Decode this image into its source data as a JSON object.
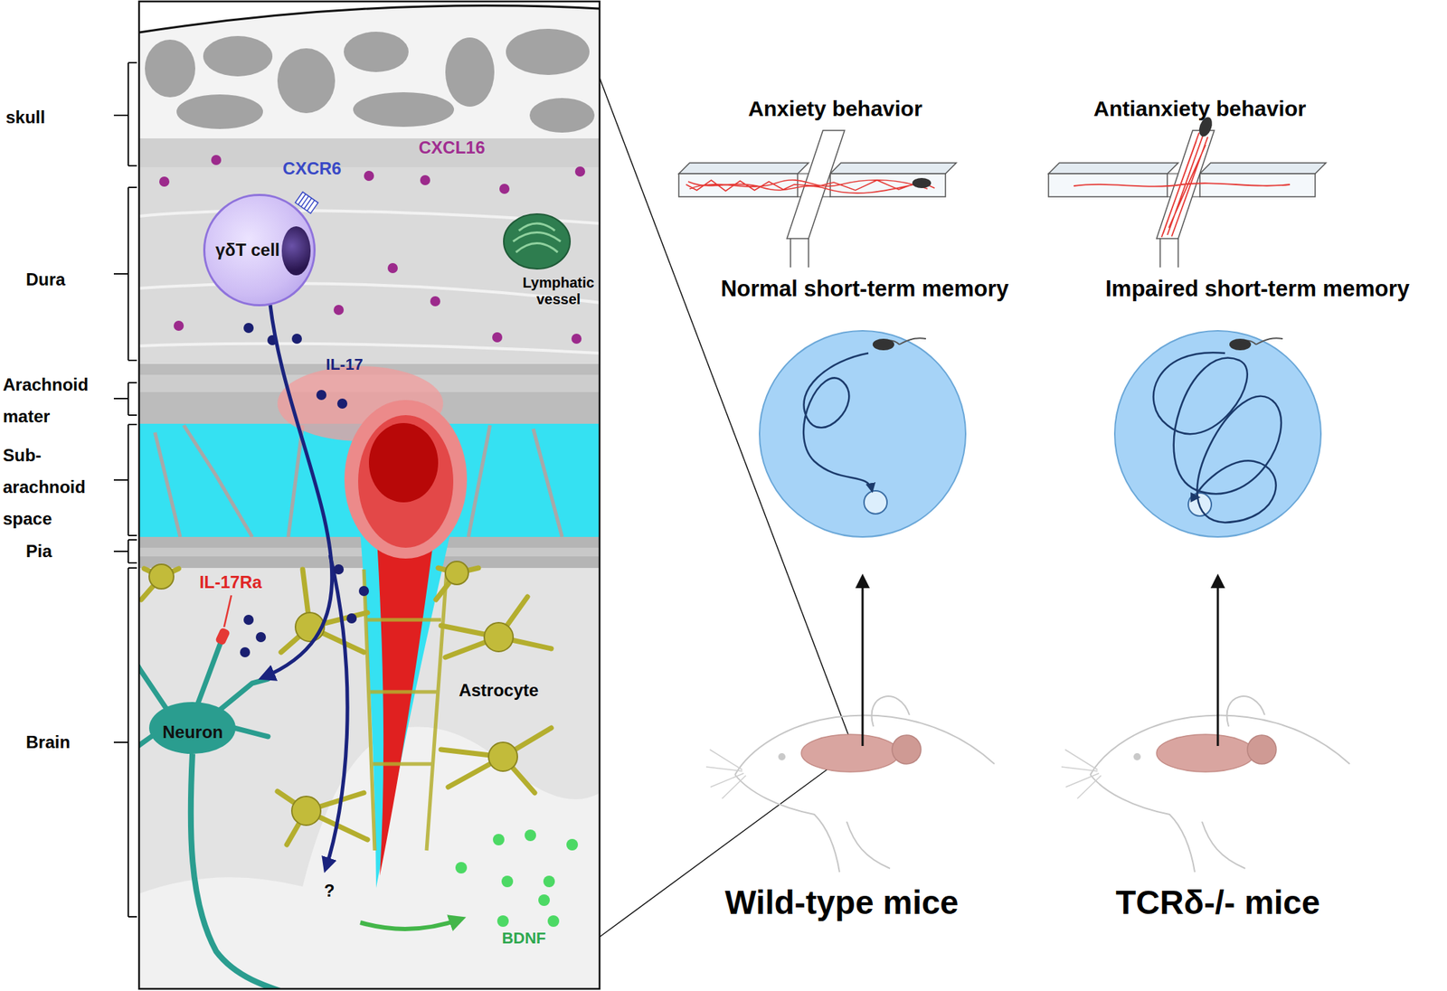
{
  "diagram": {
    "nodes": [
      {
        "text": [
          "γδT cell"
        ]
      },
      {
        "text": [
          "Neuron"
        ]
      }
    ],
    "edges": [
      {
        "from": 0,
        "to": 1,
        "arrow": "to"
      }
    ],
    "labels": [
      "skull",
      "Dura",
      "Arachnoid mater",
      "Sub-arachnoid space",
      "Pia",
      "Brain",
      "CXCR6",
      "CXCL16",
      "Lymphatic vessel",
      "IL-17",
      "IL-17Ra",
      "Astrocyte",
      "?",
      "BDNF",
      "Anxiety behavior",
      "Antianxiety behavior",
      "Normal short-term memory",
      "Impaired short-term memory",
      "Wild-type mice",
      "TCRδ-/- mice"
    ]
  }
}
